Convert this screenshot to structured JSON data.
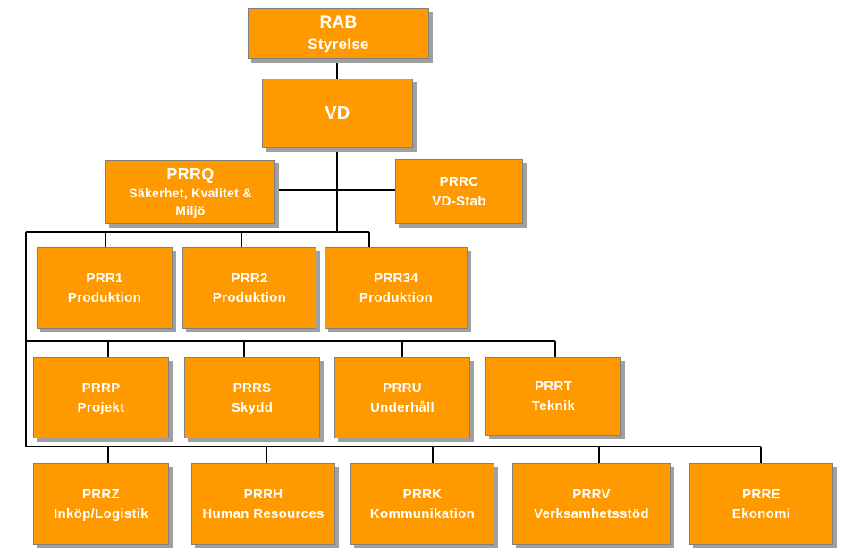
{
  "board": {
    "code": "RAB",
    "name": "Styrelse"
  },
  "ceo": {
    "code": "VD"
  },
  "staff": [
    {
      "code": "PRRQ",
      "name": "Säkerhet, Kvalitet & Miljö"
    },
    {
      "code": "PRRC",
      "name": "VD-Stab"
    }
  ],
  "row1": [
    {
      "code": "PRR1",
      "name": "Produktion"
    },
    {
      "code": "PRR2",
      "name": "Produktion"
    },
    {
      "code": "PRR34",
      "name": "Produktion"
    }
  ],
  "row2": [
    {
      "code": "PRRP",
      "name": "Projekt"
    },
    {
      "code": "PRRS",
      "name": "Skydd"
    },
    {
      "code": "PRRU",
      "name": "Underhåll"
    },
    {
      "code": "PRRT",
      "name": "Teknik"
    }
  ],
  "row3": [
    {
      "code": "PRRZ",
      "name": "Inköp/Logistik"
    },
    {
      "code": "PRRH",
      "name": "Human Resources"
    },
    {
      "code": "PRRK",
      "name": "Kommunikation"
    },
    {
      "code": "PRRV",
      "name": "Verksamhetsstöd"
    },
    {
      "code": "PRRE",
      "name": "Ekonomi"
    }
  ],
  "colors": {
    "box_fill": "#ff9900",
    "box_text": "#ffffff",
    "line": "#000000",
    "shadow": "#a0a0a0"
  }
}
